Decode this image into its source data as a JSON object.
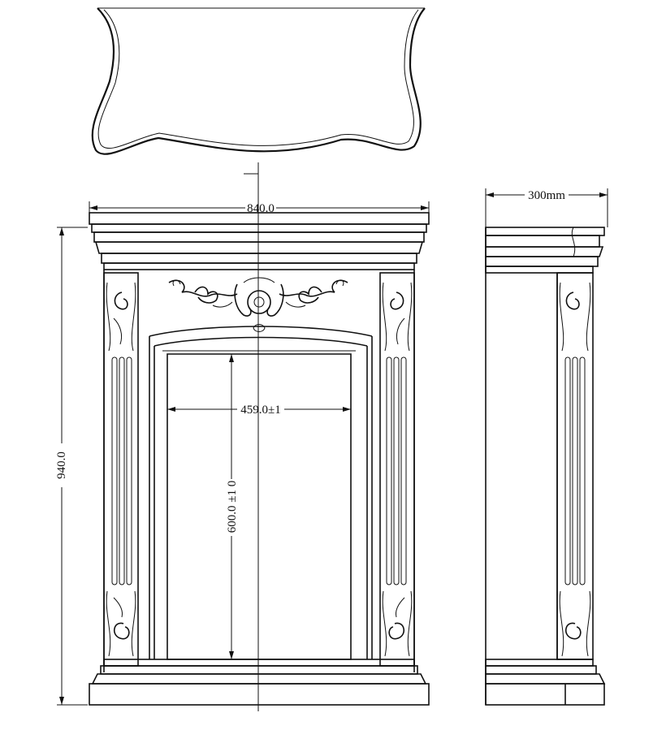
{
  "drawing": {
    "width_label": "840.0",
    "height_label": "940.0",
    "opening_width_label": "459.0±1",
    "opening_height_label": "600.0 ±1 0",
    "depth_label": "300mm"
  }
}
